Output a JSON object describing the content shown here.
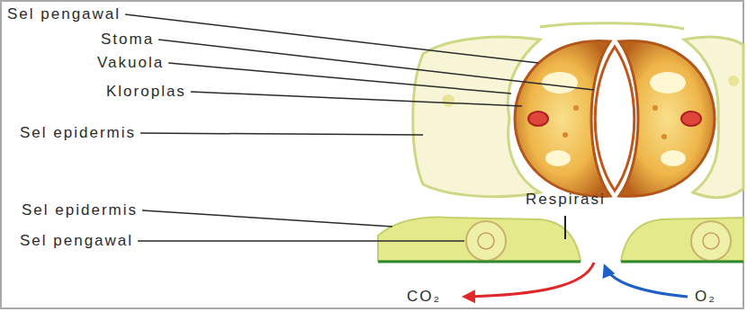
{
  "diagram": {
    "labels": [
      "Sel pengawal",
      "Stoma",
      "Vakuola",
      "Kloroplas",
      "Sel epidermis",
      "Respirasi",
      "Sel epidermis",
      "Sel pengawal",
      "CO₂",
      "O₂"
    ]
  }
}
